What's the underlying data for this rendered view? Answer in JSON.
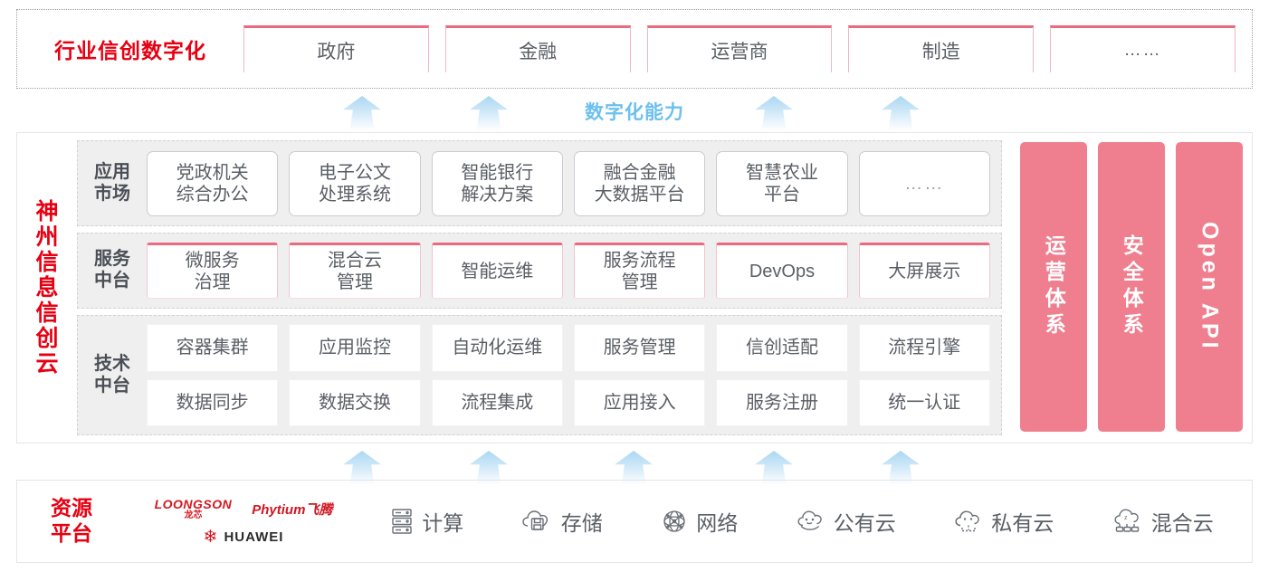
{
  "industry": {
    "title": "行业信创数字化",
    "cards": [
      "政府",
      "金融",
      "运营商",
      "制造",
      "……"
    ]
  },
  "capability": {
    "label": "数字化能力",
    "top_arrow_count": 4,
    "bottom_arrow_count": 5
  },
  "cloud": {
    "title": "神州信息信创云",
    "title_chars": [
      "神",
      "州",
      "信",
      "息",
      "信",
      "创",
      "云"
    ],
    "bands": [
      {
        "label": "应用市场",
        "label_lines": [
          "应用",
          "市场"
        ],
        "cards": [
          "党政机关\n综合办公",
          "电子公文\n处理系统",
          "智能银行\n解决方案",
          "融合金融\n大数据平台",
          "智慧农业\n平台",
          "……"
        ]
      },
      {
        "label": "服务中台",
        "label_lines": [
          "服务",
          "中台"
        ],
        "cards": [
          "微服务\n治理",
          "混合云\n管理",
          "智能运维",
          "服务流程\n管理",
          "DevOps",
          "大屏展示"
        ]
      },
      {
        "label": "技术中台",
        "label_lines": [
          "技术",
          "中台"
        ],
        "rows": [
          [
            "容器集群",
            "应用监控",
            "自动化运维",
            "服务管理",
            "信创适配",
            "流程引擎"
          ],
          [
            "数据同步",
            "数据交换",
            "流程集成",
            "应用接入",
            "服务注册",
            "统一认证"
          ]
        ]
      }
    ],
    "side_panels": [
      {
        "text": "运营体系",
        "orientation": "vertical-cjk"
      },
      {
        "text": "安全体系",
        "orientation": "vertical-cjk"
      },
      {
        "text": "Open API",
        "orientation": "vertical-latin"
      }
    ]
  },
  "resource": {
    "title": "资源平台",
    "title_lines": [
      "资源",
      "平台"
    ],
    "logos": [
      {
        "name": "loongson",
        "line1": "LOONGSON",
        "line2": "龙芯"
      },
      {
        "name": "phytium",
        "text": "Phytium飞腾"
      },
      {
        "name": "huawei",
        "text": "HUAWEI"
      }
    ],
    "items": [
      {
        "icon": "server-rack-icon",
        "label": "计算"
      },
      {
        "icon": "cloud-storage-icon",
        "label": "存储"
      },
      {
        "icon": "network-mesh-icon",
        "label": "网络"
      },
      {
        "icon": "public-cloud-icon",
        "label": "公有云"
      },
      {
        "icon": "private-cloud-icon",
        "label": "私有云"
      },
      {
        "icon": "hybrid-cloud-icon",
        "label": "混合云"
      }
    ]
  },
  "colors": {
    "brand_red": "#e60012",
    "card_accent_pink": "#ea6a80",
    "side_panel_pink": "#ef7f8e",
    "arrow_blue": "#aad7f2",
    "capability_text_blue": "#6cc0ef",
    "band_gray": "#efefef"
  }
}
